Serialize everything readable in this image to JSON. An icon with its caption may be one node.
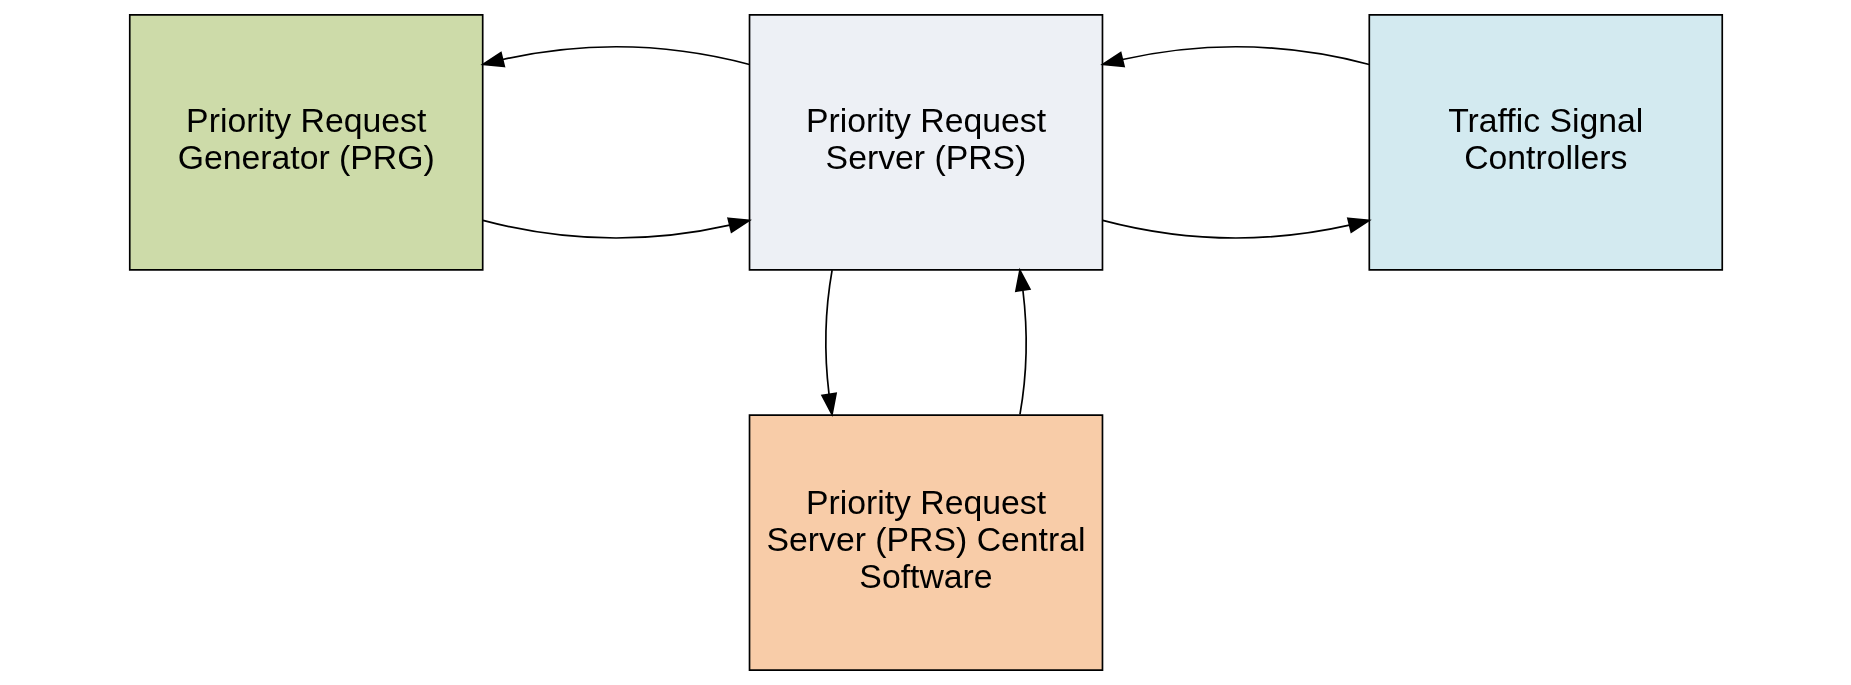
{
  "diagram": {
    "nodes": [
      {
        "text": [
          "Priority Request Generator (PRG)"
        ]
      },
      {
        "text": [
          "Priority Request Server (PRS)"
        ]
      },
      {
        "text": [
          "Traffic Signal Controllers"
        ]
      },
      {
        "text": [
          "Priority Request Server (PRS) Central Software"
        ]
      }
    ],
    "edges": [
      {
        "from": 0,
        "to": 1,
        "arrow": "to"
      },
      {
        "from": 1,
        "to": 0,
        "arrow": "to"
      },
      {
        "from": 1,
        "to": 2,
        "arrow": "to"
      },
      {
        "from": 2,
        "to": 1,
        "arrow": "to"
      },
      {
        "from": 1,
        "to": 3,
        "arrow": "to"
      },
      {
        "from": 3,
        "to": 1,
        "arrow": "to"
      }
    ]
  }
}
